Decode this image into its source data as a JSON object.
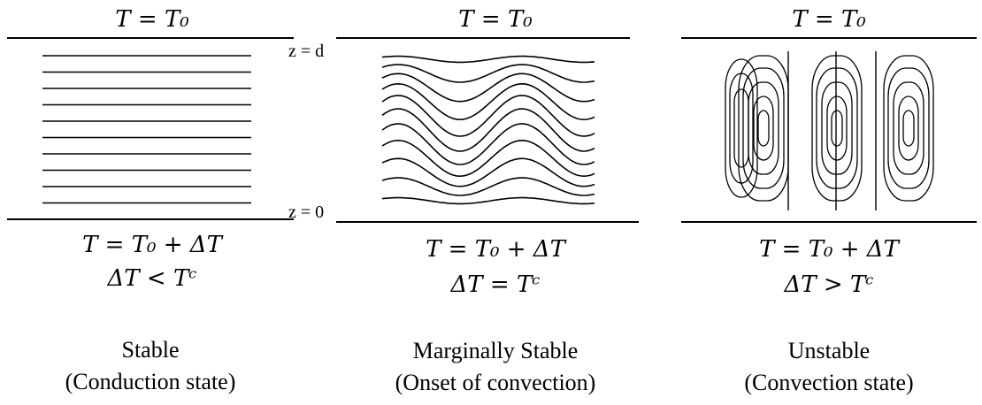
{
  "panels": [
    {
      "top_condition": "T = T₀",
      "bottom_condition": "T = T₀ + ΔT",
      "relation": "ΔT < Tᶜ",
      "state": "Stable",
      "state_detail": "(Conduction state)"
    },
    {
      "top_condition": "T = T₀",
      "bottom_condition": "T = T₀ + ΔT",
      "relation": "ΔT = Tᶜ",
      "state": "Marginally Stable",
      "state_detail": "(Onset of convection)"
    },
    {
      "top_condition": "T = T₀",
      "bottom_condition": "T = T₀ + ΔT",
      "relation": "ΔT > Tᶜ",
      "state": "Unstable",
      "state_detail": "(Convection state)"
    }
  ],
  "markers": {
    "top": "z = d",
    "bottom": "z = 0"
  }
}
